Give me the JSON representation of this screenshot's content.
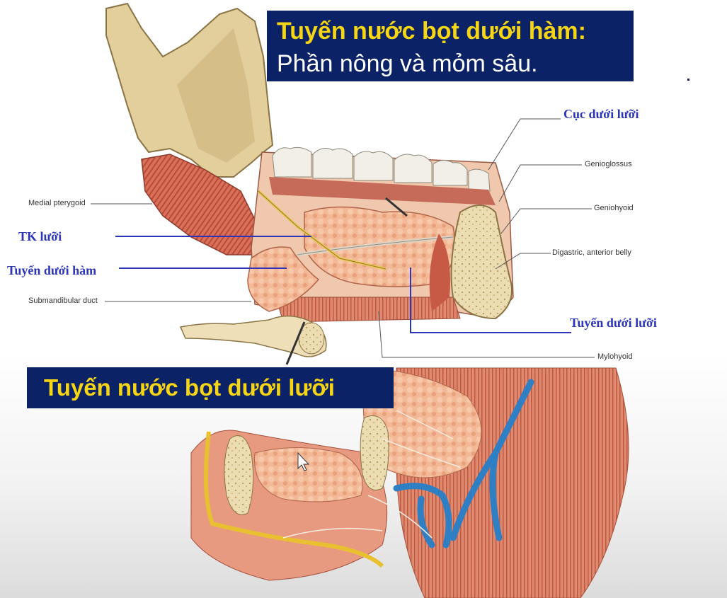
{
  "top_title": {
    "line1": "Tuyến nước bọt dưới hàm:",
    "line2": "Phần nông và mỏm sâu."
  },
  "bottom_title": "Tuyến nước bọt dưới lưỡi",
  "labels_en": {
    "medial_pterygoid": "Medial pterygoid",
    "submandibular_duct": "Submandibular duct",
    "genioglossus": "Genioglossus",
    "geniohyoid": "Geniohyoid",
    "digastric": "Digastric, anterior belly",
    "mylohyoid": "Mylohyoid"
  },
  "labels_vi": {
    "cuc_duoi_luoi": "Cục dưới lưỡi",
    "tk_luoi": "TK lưỡi",
    "tuyen_duoi_ham": "Tuyến dưới hàm",
    "tuyen_duoi_luoi": "Tuyến dưới lưỡi"
  },
  "colors": {
    "title_bg": "#0b2266",
    "title_yellow": "#f6d514",
    "label_blue": "#2c35b8",
    "bone": "#e3d2a3",
    "muscle": "#d9735c",
    "gland": "#f2b48e",
    "vein": "#2f7fc4",
    "nerve": "#f0d060"
  }
}
